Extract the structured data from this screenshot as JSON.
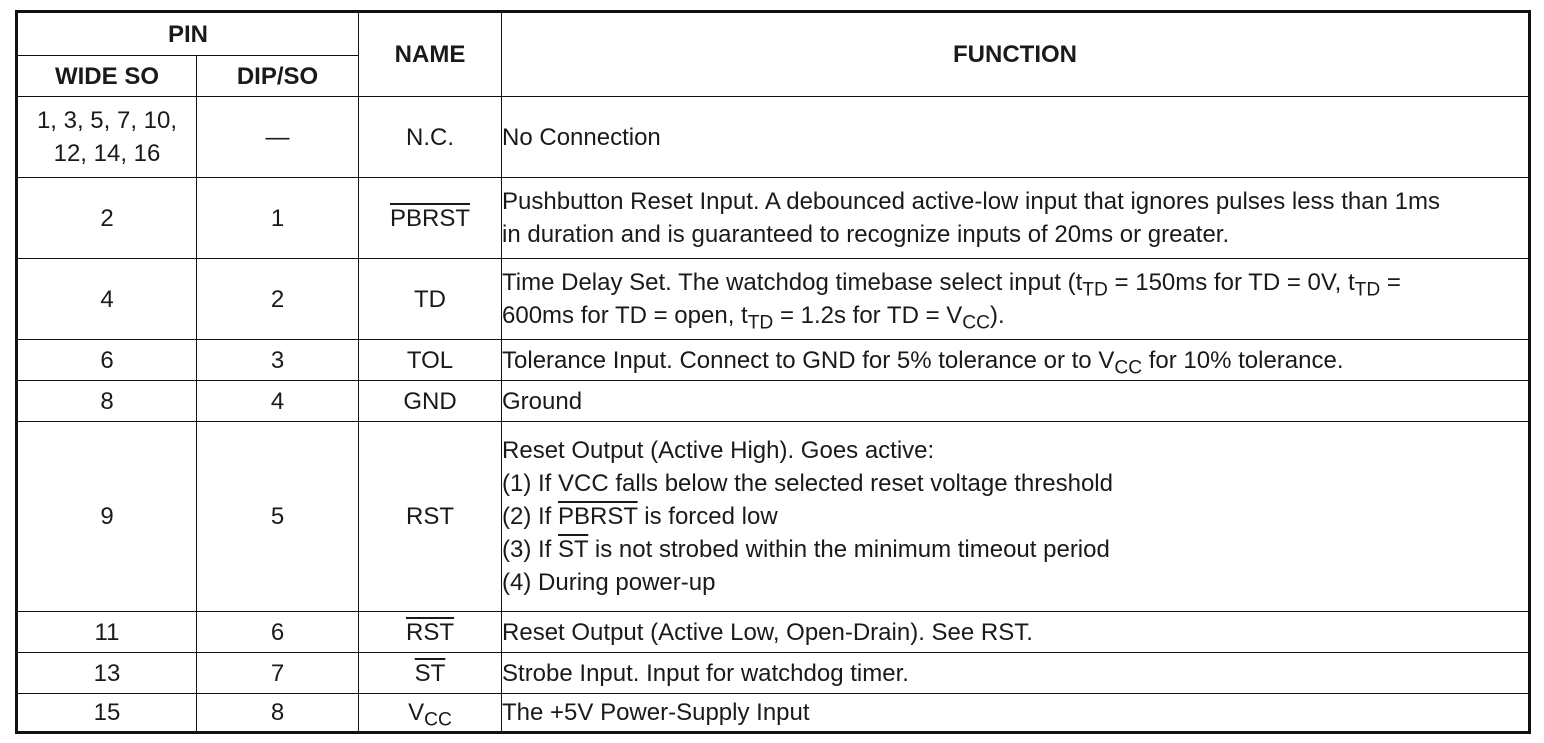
{
  "header": {
    "pin": "PIN",
    "wide_so": "WIDE SO",
    "dip_so": "DIP/SO",
    "name": "NAME",
    "function": "FUNCTION"
  },
  "rows": [
    {
      "wide_so_line1": "1, 3, 5, 7, 10,",
      "wide_so_line2": "12, 14, 16",
      "dip_so": "—",
      "name": "N.C.",
      "function": "No Connection"
    },
    {
      "wide_so": "2",
      "dip_so": "1",
      "name": "PBRST",
      "function_line1": "Pushbutton Reset Input. A debounced active-low input that ignores pulses less than 1ms",
      "function_line2": "in duration and is guaranteed to recognize inputs of 20ms or greater."
    },
    {
      "wide_so": "4",
      "dip_so": "2",
      "name": "TD",
      "function": {
        "p1": "Time Delay Set. The watchdog timebase select input (t",
        "sub1": "TD",
        "p2": " = 150ms for TD = 0V, t",
        "sub2": "TD",
        "p3": " =",
        "p4": "600ms for TD = open, t",
        "sub3": "TD",
        "p5": " = 1.2s for TD = V",
        "sub4": "CC",
        "p6": ")."
      }
    },
    {
      "wide_so": "6",
      "dip_so": "3",
      "name": "TOL",
      "function": {
        "p1": "Tolerance Input. Connect to GND for 5% tolerance or to V",
        "sub1": "CC",
        "p2": " for 10% tolerance."
      }
    },
    {
      "wide_so": "8",
      "dip_so": "4",
      "name": "GND",
      "function": "Ground"
    },
    {
      "wide_so": "9",
      "dip_so": "5",
      "name": "RST",
      "function": {
        "line1": "Reset Output (Active High). Goes active:",
        "line2": "(1) If VCC falls below the selected reset voltage threshold",
        "line3_pre": "(2) If ",
        "line3_ov": "PBRST",
        "line3_post": " is forced low",
        "line4_pre": "(3) If ",
        "line4_ov": "ST",
        "line4_post": " is not strobed within the minimum timeout period",
        "line5": "(4) During power-up"
      }
    },
    {
      "wide_so": "11",
      "dip_so": "6",
      "name": "RST",
      "function": "Reset Output (Active Low, Open-Drain). See RST."
    },
    {
      "wide_so": "13",
      "dip_so": "7",
      "name": "ST",
      "function": "Strobe Input. Input for watchdog timer."
    },
    {
      "wide_so": "15",
      "dip_so": "8",
      "name_main": "V",
      "name_sub": "CC",
      "function": "The +5V Power-Supply Input"
    }
  ]
}
